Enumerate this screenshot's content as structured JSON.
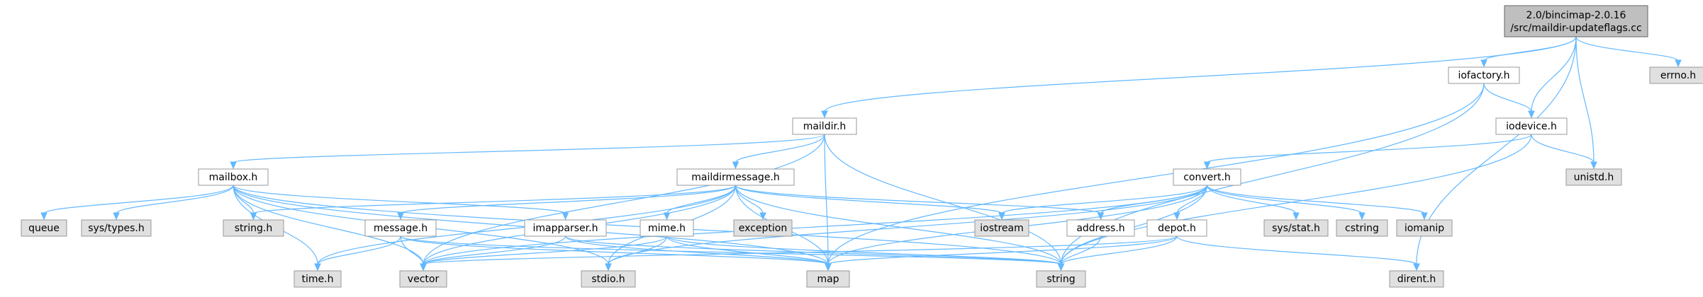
{
  "colors": {
    "edge": "#63b8ff",
    "node_fill": "#ffffff",
    "node_fill_system": "#e0e0e0",
    "node_fill_root": "#bfbfbf",
    "node_stroke": "#999999",
    "root_stroke": "#666666",
    "text": "#000000"
  },
  "graph": {
    "root": {
      "line1": "2.0/bincimap-2.0.16",
      "line2": "/src/maildir-updateflags.cc"
    },
    "nodes": {
      "iofactory": {
        "label": "iofactory.h",
        "kind": "local"
      },
      "errno": {
        "label": "errno.h",
        "kind": "system"
      },
      "maildir": {
        "label": "maildir.h",
        "kind": "local"
      },
      "iodevice": {
        "label": "iodevice.h",
        "kind": "local"
      },
      "mailbox": {
        "label": "mailbox.h",
        "kind": "local"
      },
      "maildirmessage": {
        "label": "maildirmessage.h",
        "kind": "local"
      },
      "convert": {
        "label": "convert.h",
        "kind": "local"
      },
      "unistd": {
        "label": "unistd.h",
        "kind": "system"
      },
      "queue": {
        "label": "queue",
        "kind": "system"
      },
      "systypes": {
        "label": "sys/types.h",
        "kind": "system"
      },
      "stringh": {
        "label": "string.h",
        "kind": "system"
      },
      "message": {
        "label": "message.h",
        "kind": "local"
      },
      "imapparser": {
        "label": "imapparser.h",
        "kind": "local"
      },
      "mime": {
        "label": "mime.h",
        "kind": "local"
      },
      "exception": {
        "label": "exception",
        "kind": "system"
      },
      "iostream": {
        "label": "iostream",
        "kind": "system"
      },
      "address": {
        "label": "address.h",
        "kind": "local"
      },
      "depot": {
        "label": "depot.h",
        "kind": "local"
      },
      "sysstat": {
        "label": "sys/stat.h",
        "kind": "system"
      },
      "cstring": {
        "label": "cstring",
        "kind": "system"
      },
      "iomanip": {
        "label": "iomanip",
        "kind": "system"
      },
      "time": {
        "label": "time.h",
        "kind": "system"
      },
      "vector": {
        "label": "vector",
        "kind": "system"
      },
      "stdio": {
        "label": "stdio.h",
        "kind": "system"
      },
      "map": {
        "label": "map",
        "kind": "system"
      },
      "string": {
        "label": "string",
        "kind": "system"
      },
      "dirent": {
        "label": "dirent.h",
        "kind": "system"
      }
    },
    "edges": [
      [
        "root",
        "maildir"
      ],
      [
        "root",
        "iofactory"
      ],
      [
        "root",
        "iodevice"
      ],
      [
        "root",
        "unistd"
      ],
      [
        "root",
        "errno"
      ],
      [
        "root",
        "dirent"
      ],
      [
        "iofactory",
        "iodevice"
      ],
      [
        "iofactory",
        "map"
      ],
      [
        "iofactory",
        "string"
      ],
      [
        "iodevice",
        "unistd"
      ],
      [
        "iodevice",
        "convert"
      ],
      [
        "iodevice",
        "string"
      ],
      [
        "maildir",
        "mailbox"
      ],
      [
        "maildir",
        "maildirmessage"
      ],
      [
        "maildir",
        "map"
      ],
      [
        "maildir",
        "string"
      ],
      [
        "maildir",
        "vector"
      ],
      [
        "mailbox",
        "queue"
      ],
      [
        "mailbox",
        "systypes"
      ],
      [
        "mailbox",
        "stringh"
      ],
      [
        "mailbox",
        "time"
      ],
      [
        "mailbox",
        "vector"
      ],
      [
        "mailbox",
        "stdio"
      ],
      [
        "mailbox",
        "imapparser"
      ],
      [
        "mailbox",
        "map"
      ],
      [
        "mailbox",
        "string"
      ],
      [
        "maildirmessage",
        "message"
      ],
      [
        "maildirmessage",
        "mime"
      ],
      [
        "maildirmessage",
        "exception"
      ],
      [
        "maildirmessage",
        "iostream"
      ],
      [
        "maildirmessage",
        "address"
      ],
      [
        "maildirmessage",
        "map"
      ],
      [
        "maildirmessage",
        "string"
      ],
      [
        "maildirmessage",
        "vector"
      ],
      [
        "maildirmessage",
        "time"
      ],
      [
        "maildirmessage",
        "stdio"
      ],
      [
        "maildirmessage",
        "stringh"
      ],
      [
        "convert",
        "address"
      ],
      [
        "convert",
        "depot"
      ],
      [
        "convert",
        "sysstat"
      ],
      [
        "convert",
        "cstring"
      ],
      [
        "convert",
        "iomanip"
      ],
      [
        "convert",
        "iostream"
      ],
      [
        "convert",
        "string"
      ],
      [
        "convert",
        "vector"
      ],
      [
        "convert",
        "stdio"
      ],
      [
        "convert",
        "map"
      ],
      [
        "message",
        "time"
      ],
      [
        "message",
        "vector"
      ],
      [
        "message",
        "map"
      ],
      [
        "message",
        "string"
      ],
      [
        "imapparser",
        "vector"
      ],
      [
        "imapparser",
        "map"
      ],
      [
        "imapparser",
        "string"
      ],
      [
        "mime",
        "vector"
      ],
      [
        "mime",
        "stdio"
      ],
      [
        "mime",
        "map"
      ],
      [
        "mime",
        "string"
      ],
      [
        "address",
        "string"
      ],
      [
        "depot",
        "vector"
      ],
      [
        "depot",
        "map"
      ],
      [
        "depot",
        "string"
      ],
      [
        "depot",
        "dirent"
      ]
    ]
  }
}
